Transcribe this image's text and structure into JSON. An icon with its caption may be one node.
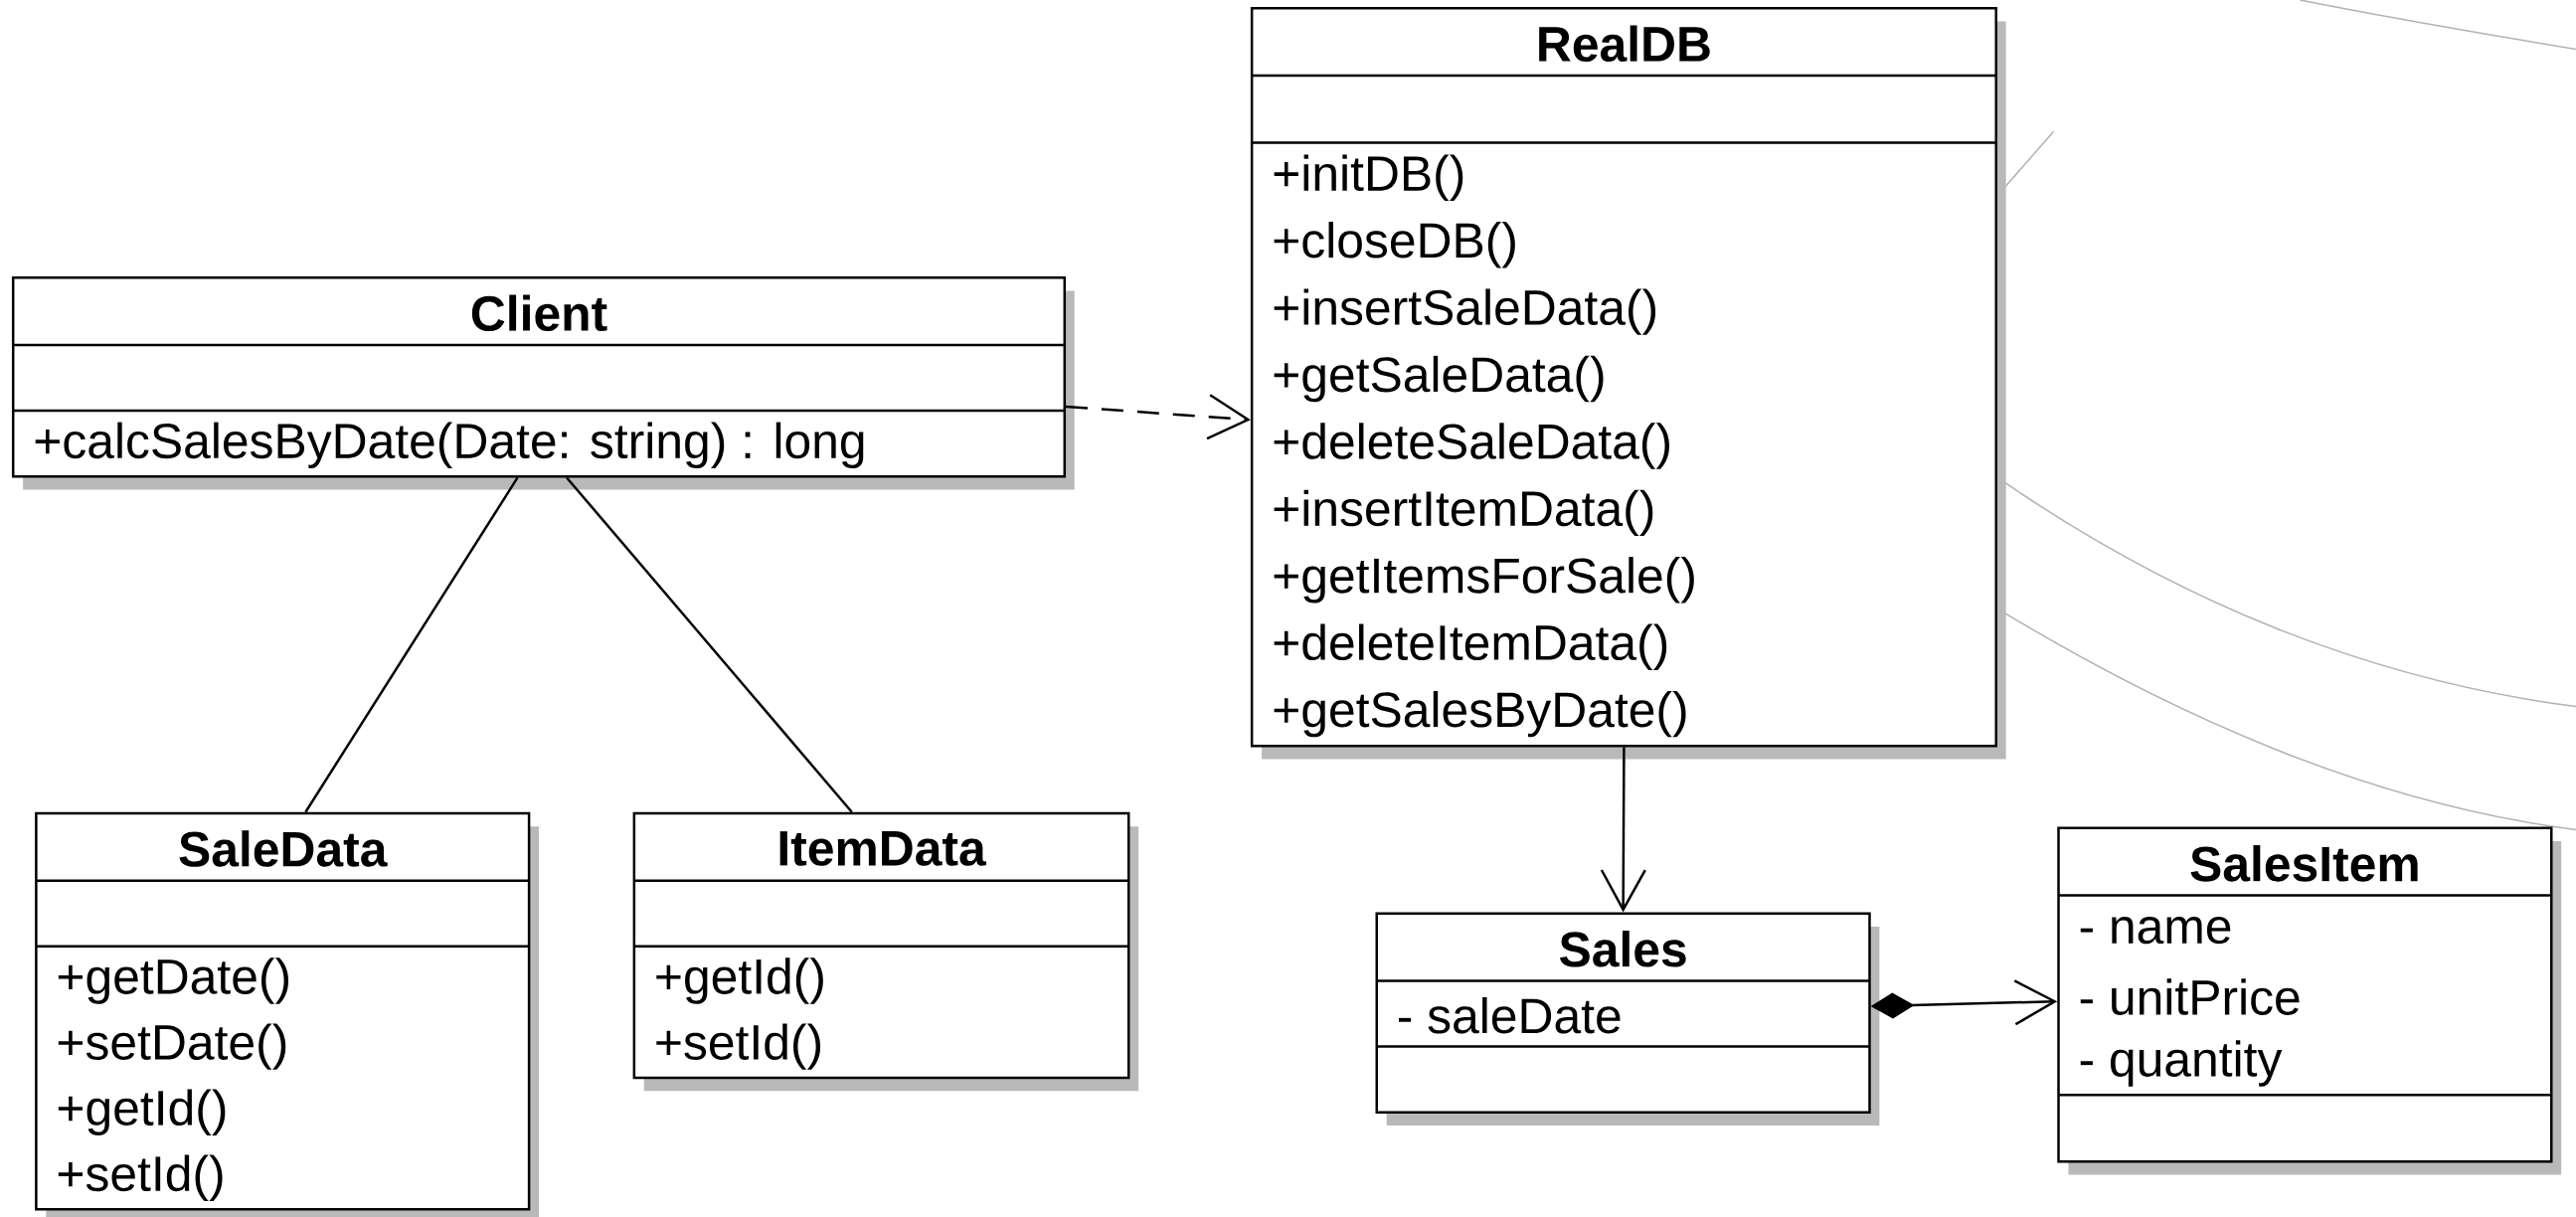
{
  "diagram": {
    "nodes": [
      {
        "text": [
          "Client",
          "+calcSalesByDate(Date: string) : long"
        ]
      },
      {
        "text": [
          "RealDB",
          "+initDB()",
          "+closeDB()",
          "+insertSaleData()",
          "+getSaleData()",
          "+deleteSaleData()",
          "+insertItemData()",
          "+getItemsForSale()",
          "+deleteItemData()",
          "+getSalesByDate()"
        ]
      },
      {
        "text": [
          "SaleData",
          "+getDate()",
          "+setDate()",
          "+getId()",
          "+setId()"
        ]
      },
      {
        "text": [
          "ItemData",
          "+getId()",
          "+setId()"
        ]
      },
      {
        "text": [
          "Sales",
          "- saleDate"
        ]
      },
      {
        "text": [
          "SalesItem",
          "- name",
          "- unitPrice",
          "- quantity"
        ]
      }
    ],
    "edges": [
      {
        "from": 0,
        "to": 1,
        "arrow": "to",
        "style": "dashed"
      },
      {
        "from": 0,
        "to": 2,
        "arrow": "none"
      },
      {
        "from": 0,
        "to": 3,
        "arrow": "none"
      },
      {
        "from": 1,
        "to": 4,
        "arrow": "to"
      },
      {
        "from": 4,
        "to": 5,
        "arrow": "to"
      }
    ]
  }
}
